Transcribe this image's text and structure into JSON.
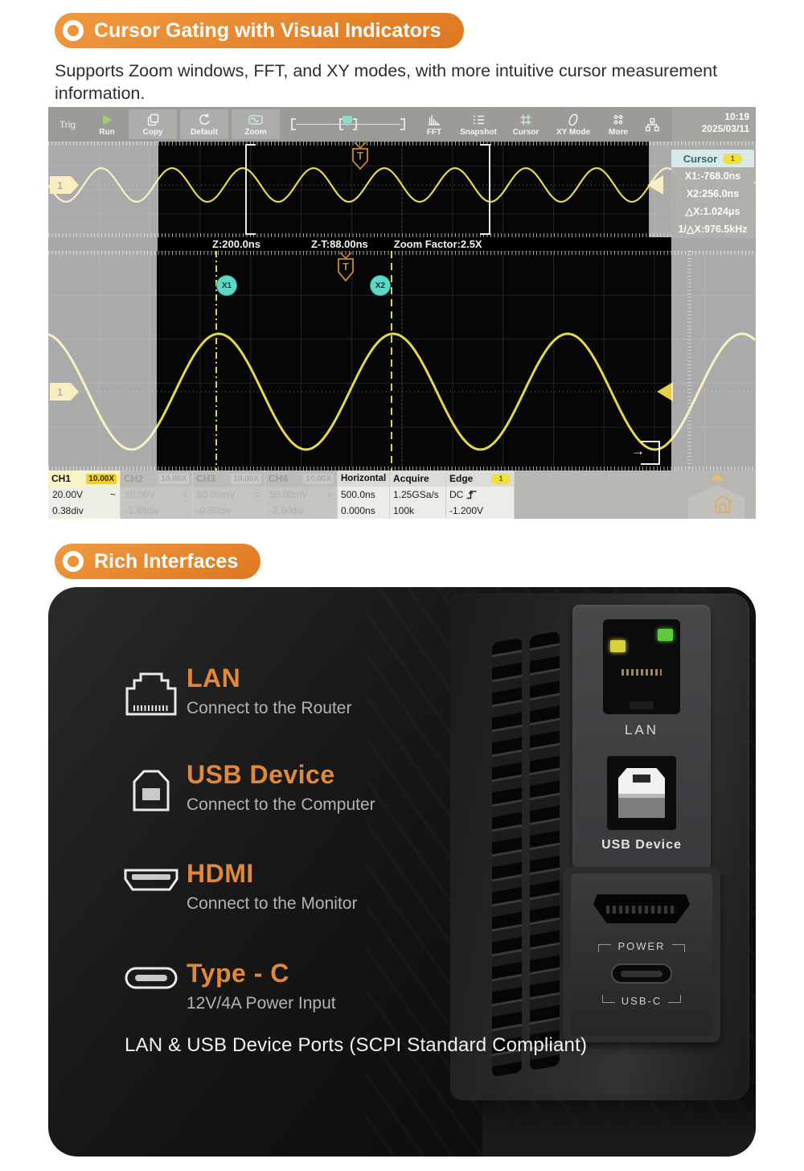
{
  "colors": {
    "accent": "#e5812e",
    "wave_yellow": "#e3d84e",
    "cursor_teal": "#61d8c5",
    "trigger_orange": "#c98a2e",
    "badge_yellow": "#efe13c"
  },
  "sections": {
    "cursor_gating": {
      "badge": "Cursor Gating with Visual Indicators",
      "description": "Supports Zoom windows, FFT, and XY modes, with more intuitive cursor measurement information."
    },
    "rich_interfaces": {
      "badge": "Rich Interfaces",
      "caption": "LAN & USB Device Ports (SCPI Standard Compliant)",
      "items": [
        {
          "title": "LAN",
          "desc": "Connect to the Router"
        },
        {
          "title": "USB Device",
          "desc": "Connect to the Computer"
        },
        {
          "title": "HDMI",
          "desc": "Connect to the Monitor"
        },
        {
          "title": "Type - C",
          "desc": "12V/4A Power Input"
        }
      ],
      "photo_labels": {
        "lan": "LAN",
        "usb": "USB Device",
        "power": "POWER",
        "usbc": "USB-C"
      }
    }
  },
  "scope": {
    "toolbar": {
      "trig": "Trig",
      "run": "Run",
      "copy": "Copy",
      "default": "Default",
      "zoom": "Zoom",
      "fft": "FFT",
      "snapshot": "Snapshot",
      "cursor": "Cursor",
      "xy_mode": "XY Mode",
      "more": "More",
      "time": "10:19",
      "date": "2025/03/11"
    },
    "zoom_bar": {
      "z": "Z:200.0ns",
      "zt": "Z-T:88.00ns",
      "factor": "Zoom Factor:2.5X"
    },
    "cursor_panel": {
      "title": "Cursor",
      "badge": "1",
      "x1": "X1:-768.0ns",
      "x2": "X2:256.0ns",
      "dx": "△X:1.024μs",
      "inv_dx": "1/△X:976.5kHz"
    },
    "markers": {
      "x1": "X1",
      "x2": "X2",
      "trig": "T",
      "channel": "1"
    },
    "status": {
      "channels": [
        {
          "name": "CH1",
          "probe": "10.00X",
          "volts": "20.00V",
          "coupling": "~",
          "offset": "0.38div"
        },
        {
          "name": "CH2",
          "probe": "10.00X",
          "volts": "10.00V",
          "coupling": "=",
          "offset": "-1.48div"
        },
        {
          "name": "CH3",
          "probe": "10.00X",
          "volts": "50.00mV",
          "coupling": "=",
          "offset": "-0.80div"
        },
        {
          "name": "CH4",
          "probe": "10.00X",
          "volts": "50.00mV",
          "coupling": "=",
          "offset": "-2.60div"
        }
      ],
      "horizontal": {
        "label": "Horizontal",
        "scale": "500.0ns",
        "delay": "0.000ns"
      },
      "acquire": {
        "label": "Acquire",
        "rate": "1.25GSa/s",
        "depth": "100k"
      },
      "edge": {
        "label": "Edge",
        "badge": "1",
        "coupling": "DC",
        "level": "-1.200V"
      }
    }
  }
}
